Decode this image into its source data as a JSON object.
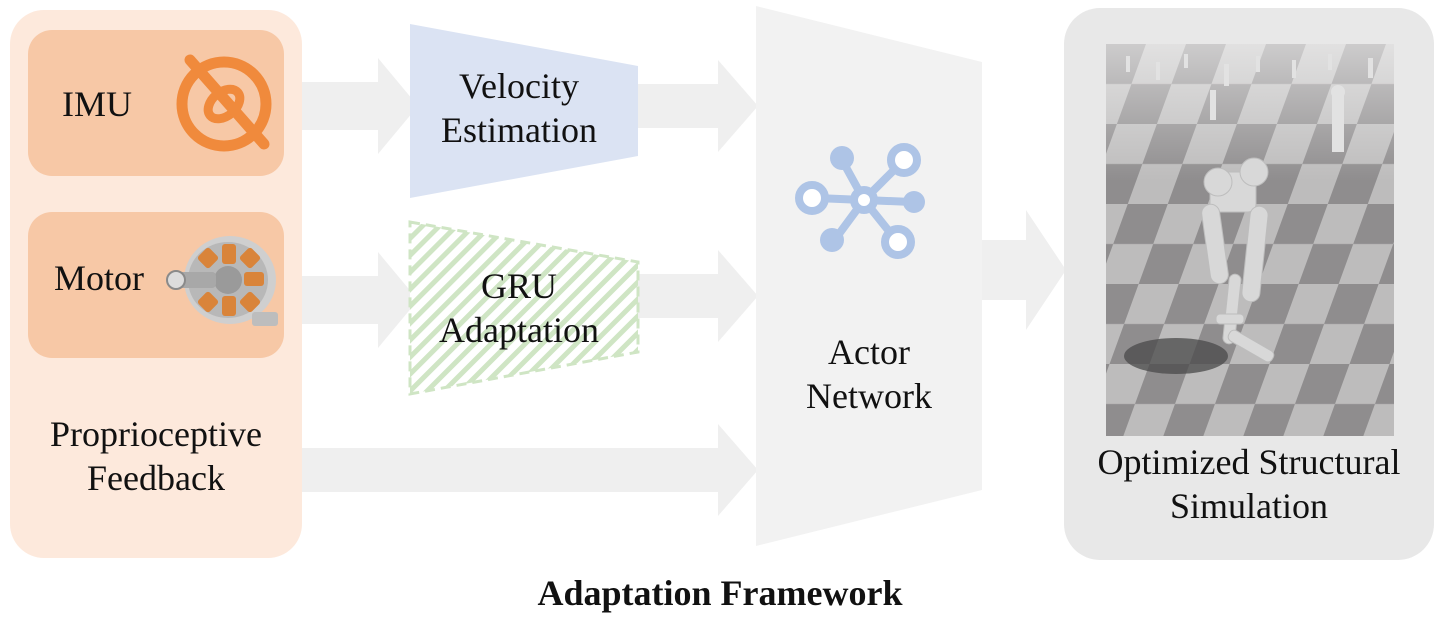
{
  "caption": "Adaptation Framework",
  "proprioceptive": {
    "title_line1": "Proprioceptive",
    "title_line2": "Feedback",
    "imu_label": "IMU",
    "motor_label": "Motor"
  },
  "velocity_block": {
    "line1": "Velocity",
    "line2": "Estimation"
  },
  "gru_block": {
    "line1": "GRU",
    "line2": "Adaptation"
  },
  "actor_block": {
    "line1": "Actor",
    "line2": "Network"
  },
  "simulation_block": {
    "line1": "Optimized Structural",
    "line2": "Simulation"
  },
  "icons": {
    "imu": "gyroscope-icon",
    "motor": "motor-image",
    "network": "network-graph-icon",
    "simulation": "biped-robot-simulation-image"
  },
  "colors": {
    "proprioceptive_bg": "#fde9dc",
    "sensor_box": "#f7c8a6",
    "imu_icon": "#f08a3c",
    "velocity_fill": "#dbe3f3",
    "gru_stripes": "#cfe5c4",
    "actor_fill": "#f2f2f2",
    "arrow": "#efefef",
    "network_icon": "#aec4e6",
    "simulation_bg": "#e8e8e8"
  }
}
